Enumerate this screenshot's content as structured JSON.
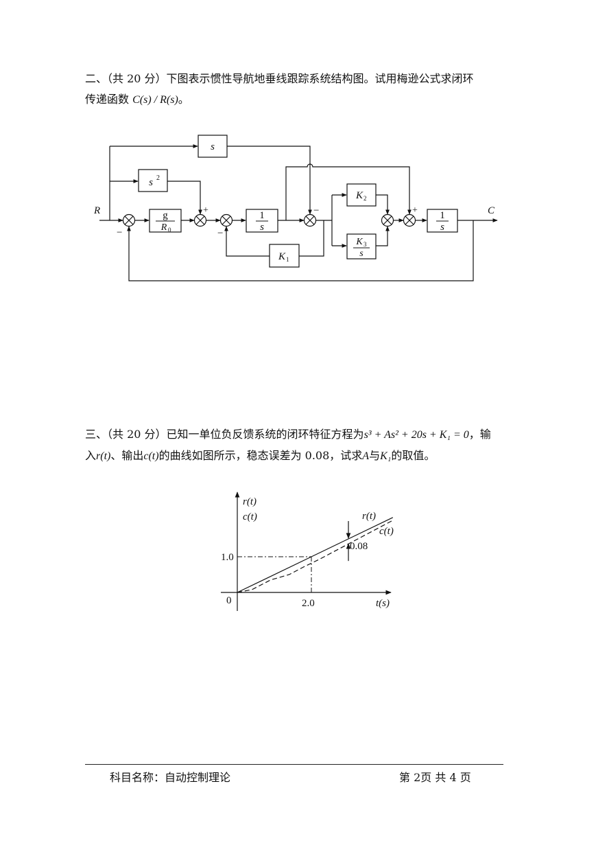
{
  "q2": {
    "prefix": "二、（共 20 分）",
    "text1": "下图表示惯性导航地垂线跟踪系统结构图。试用梅逊公式求闭环",
    "text2": "传递函数",
    "formula": "C(s) / R(s)",
    "end": "。"
  },
  "diagram": {
    "R": "R",
    "C": "C",
    "s": "s",
    "s2_base": "s",
    "s2_exp": "2",
    "g": "g",
    "R0_base": "R",
    "R0_sub": "0",
    "one": "1",
    "K1_base": "K",
    "K1_sub": "1",
    "K2_base": "K",
    "K2_sub": "2",
    "K3_base": "K",
    "K3_sub": "3",
    "plus": "+",
    "minus": "−"
  },
  "q3": {
    "prefix": "三、（共 20 分）",
    "text1": "已知一单位负反馈系统的闭环特征方程为",
    "eq": "s³ + As² + 20s + K₁ = 0",
    "text2": "，输",
    "line2a": "入",
    "rt": "r(t)",
    "line2b": "、输出",
    "ct": "c(t)",
    "line2c": "的曲线如图所示，稳态误差为 0.08，试求",
    "A": "A",
    "line2d": "与",
    "K1": "K₁",
    "line2e": "的取值。"
  },
  "chart_data": {
    "type": "line",
    "ylabel": "r(t)\nc(t)",
    "xlabel": "t(s)",
    "origin_label": "0",
    "x_ticks": [
      "2.0"
    ],
    "y_ticks": [
      "1.0"
    ],
    "series": [
      {
        "name": "r(t)",
        "x": [
          0,
          2.0,
          4.2
        ],
        "y": [
          0,
          1.0,
          2.1
        ]
      },
      {
        "name": "c(t)",
        "x": [
          0,
          0.4,
          0.9,
          1.4,
          1.8,
          2.2,
          4.2
        ],
        "y": [
          0,
          0.08,
          0.35,
          0.5,
          0.72,
          0.92,
          2.02
        ]
      }
    ],
    "annotations": [
      "0.08"
    ]
  },
  "footer": {
    "subject": "科目名称：自动控制理论",
    "page": "第 2页    共 4 页"
  }
}
